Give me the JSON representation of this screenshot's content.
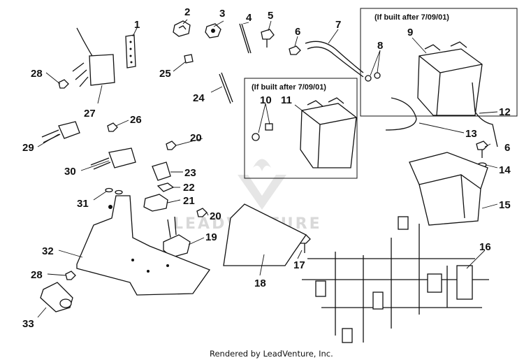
{
  "diagram": {
    "inset_boxes": [
      {
        "label": "(If built after 7/09/01)"
      },
      {
        "label": "(If built after 7/09/01)"
      }
    ],
    "callouts": [
      "1",
      "2",
      "3",
      "4",
      "5",
      "6",
      "7",
      "8",
      "9",
      "10",
      "11",
      "12",
      "13",
      "6",
      "14",
      "15",
      "16",
      "17",
      "18",
      "19",
      "20",
      "21",
      "22",
      "23",
      "20",
      "24",
      "25",
      "26",
      "27",
      "28",
      "29",
      "30",
      "31",
      "32",
      "28",
      "33"
    ],
    "watermark": "LEADVENTURE",
    "footer": "Rendered by LeadVenture, Inc."
  }
}
